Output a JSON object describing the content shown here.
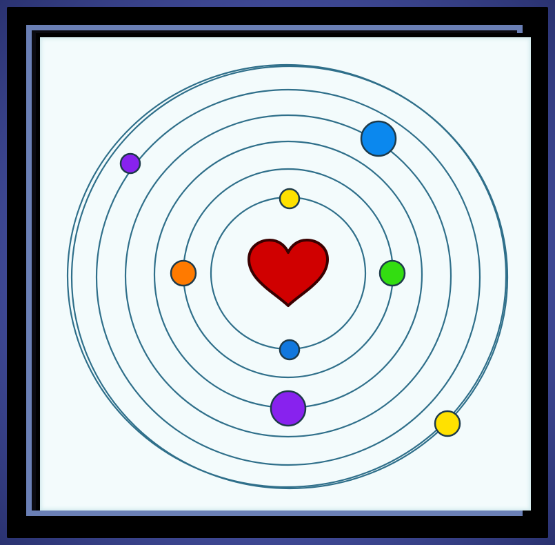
{
  "colors": {
    "background": "#4a55a8",
    "frame_dark": "#000000",
    "frame_bevel": "#6a7fb5",
    "canvas": "#f3fbfc",
    "orbit": "#2f6f8a",
    "heart": "#d00000",
    "heart_outline": "#3a0000"
  },
  "icons": {
    "center": "heart-icon",
    "planets": "planet-dot-icon"
  },
  "orbits": [
    {
      "name": "orbit-1"
    },
    {
      "name": "orbit-2"
    },
    {
      "name": "orbit-3"
    },
    {
      "name": "orbit-4"
    },
    {
      "name": "orbit-5"
    },
    {
      "name": "orbit-6"
    },
    {
      "name": "orbit-7"
    }
  ],
  "planets": [
    {
      "name": "planet-yellow-top",
      "color": "#ffe100"
    },
    {
      "name": "planet-blue-small-bottom",
      "color": "#1177dd"
    },
    {
      "name": "planet-orange-left",
      "color": "#ff7a00"
    },
    {
      "name": "planet-green-right",
      "color": "#33dd11"
    },
    {
      "name": "planet-purple-large-bottom",
      "color": "#8822ee"
    },
    {
      "name": "planet-blue-large-top-right",
      "color": "#0b88ee"
    },
    {
      "name": "planet-purple-small-top-left",
      "color": "#8822ee"
    },
    {
      "name": "planet-yellow-bottom-right",
      "color": "#ffe100"
    }
  ]
}
